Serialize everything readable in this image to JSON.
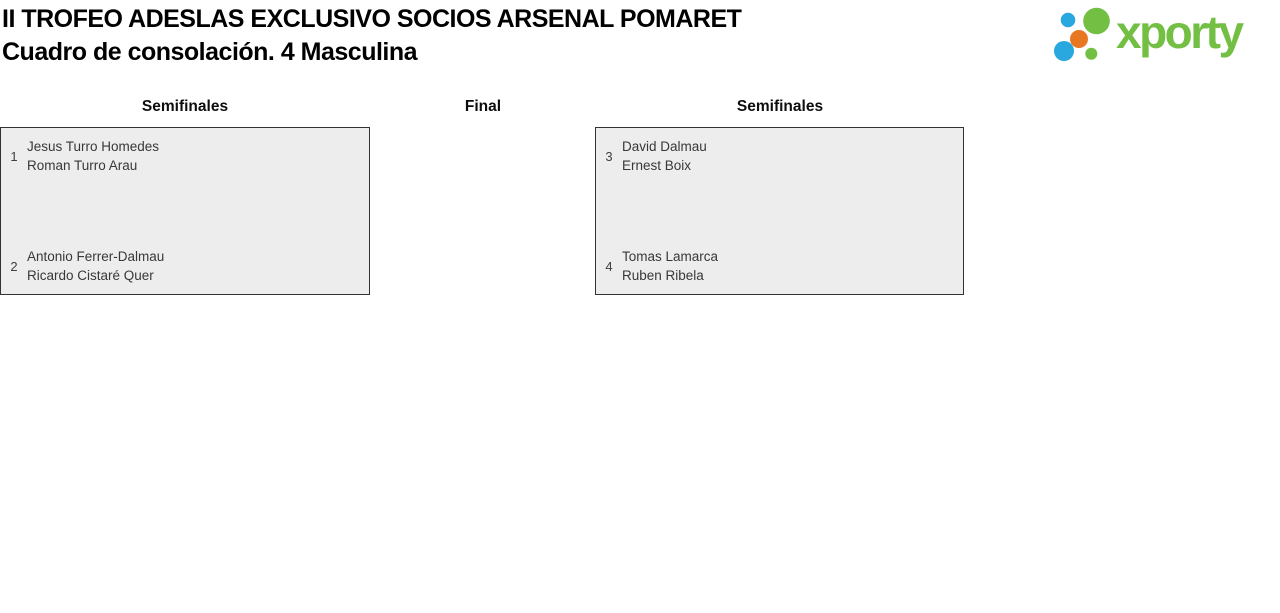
{
  "header": {
    "title_line1": "II TROFEO ADESLAS EXCLUSIVO SOCIOS ARSENAL POMARET",
    "title_line2": "Cuadro de consolación. 4 Masculina"
  },
  "logo": {
    "wordmark": "xporty",
    "colors": {
      "green": "#72bf44",
      "blue": "#29a8e0",
      "orange": "#e87722"
    }
  },
  "bracket": {
    "columns": [
      {
        "label": "Semifinales"
      },
      {
        "label": "Final"
      },
      {
        "label": "Semifinales"
      }
    ],
    "matches": [
      {
        "round": "Semifinales",
        "teams": [
          {
            "seed": "1",
            "players": [
              "Jesus Turro Homedes",
              "Roman Turro Arau"
            ]
          },
          {
            "seed": "2",
            "players": [
              "Antonio Ferrer-Dalmau",
              "Ricardo Cistaré Quer"
            ]
          }
        ]
      },
      {
        "round": "Semifinales",
        "teams": [
          {
            "seed": "3",
            "players": [
              "David Dalmau",
              "Ernest Boix"
            ]
          },
          {
            "seed": "4",
            "players": [
              "Tomas Lamarca",
              "Ruben Ribela"
            ]
          }
        ]
      }
    ]
  }
}
